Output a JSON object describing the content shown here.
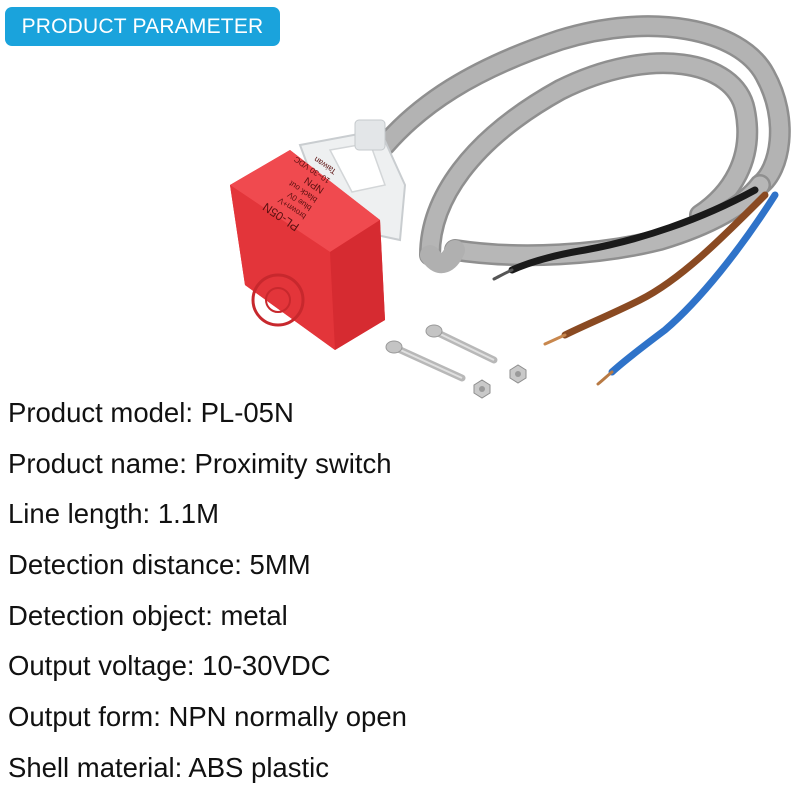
{
  "header": {
    "title": "PRODUCT PARAMETER"
  },
  "product_image": {
    "housing_color": "#e8343a",
    "cable_color": "#a9a9a9",
    "label_lines": [
      "PL-05N",
      "brown+V",
      "blue 0V",
      "black out",
      "NPN",
      "10~30 VDC",
      "Taiwan"
    ],
    "wires": [
      {
        "color": "black"
      },
      {
        "color": "brown"
      },
      {
        "color": "blue"
      }
    ]
  },
  "specs": [
    {
      "text": "Product model: PL-05N"
    },
    {
      "text": "Product name: Proximity switch"
    },
    {
      "text": "Line length: 1.1M"
    },
    {
      "text": "Detection distance: 5MM"
    },
    {
      "text": "Detection object: metal"
    },
    {
      "text": "Output voltage: 10-30VDC"
    },
    {
      "text": "Output form: NPN normally open"
    },
    {
      "text": "Shell material: ABS plastic"
    }
  ]
}
